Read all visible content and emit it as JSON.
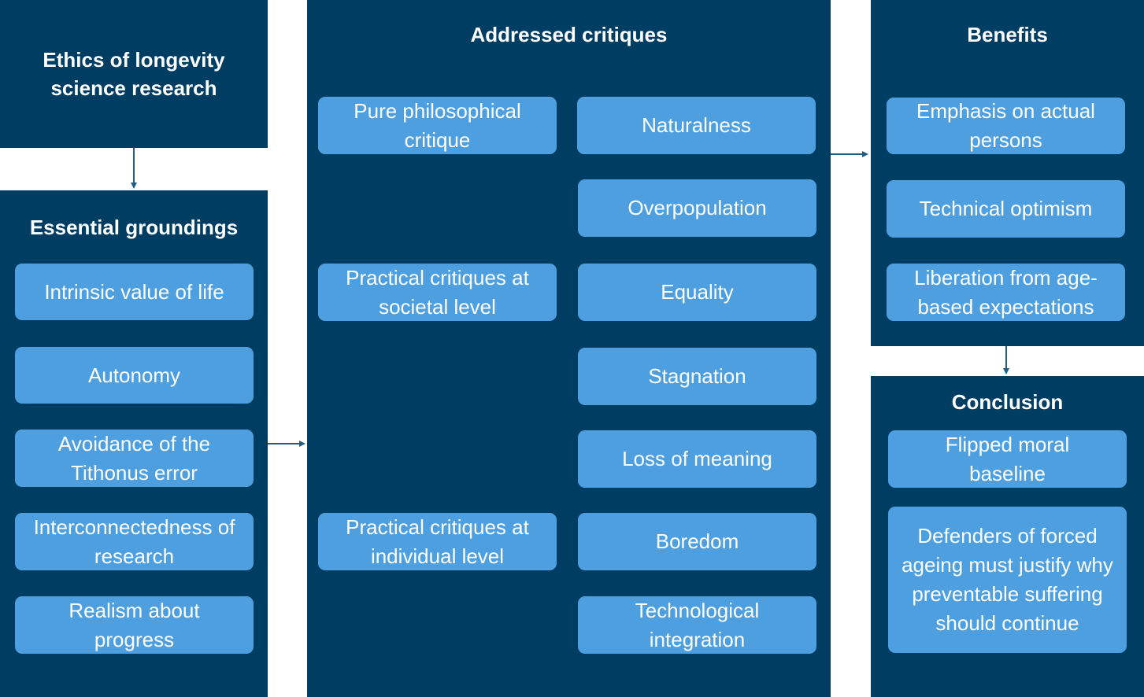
{
  "ethics_panel": {
    "title": "Ethics of longevity science research"
  },
  "groundings": {
    "title": "Essential groundings",
    "items": [
      "Intrinsic value of life",
      "Autonomy",
      "Avoidance of the Tithonus error",
      "Interconnectedness of research",
      "Realism about progress"
    ]
  },
  "critiques": {
    "title": "Addressed critiques",
    "groups": [
      {
        "label": "Pure philosophical critique",
        "items": [
          "Naturalness"
        ]
      },
      {
        "label": "Practical critiques at societal level",
        "items": [
          "Overpopulation",
          "Equality",
          "Stagnation"
        ]
      },
      {
        "label": "Practical critiques at individual level",
        "items": [
          "Loss of meaning",
          "Boredom",
          "Technological integration"
        ]
      }
    ]
  },
  "benefits": {
    "title": "Benefits",
    "items": [
      "Emphasis on actual persons",
      "Technical optimism",
      "Liberation from age-based expectations"
    ]
  },
  "conclusion": {
    "title": "Conclusion",
    "items": [
      "Flipped moral baseline",
      "Defenders of forced ageing must justify why preventable suffering should continue"
    ]
  },
  "colors": {
    "panel": "#003d63",
    "box": "#4d9fe0",
    "text": "#ffffff",
    "connector": "#1f5e86"
  }
}
